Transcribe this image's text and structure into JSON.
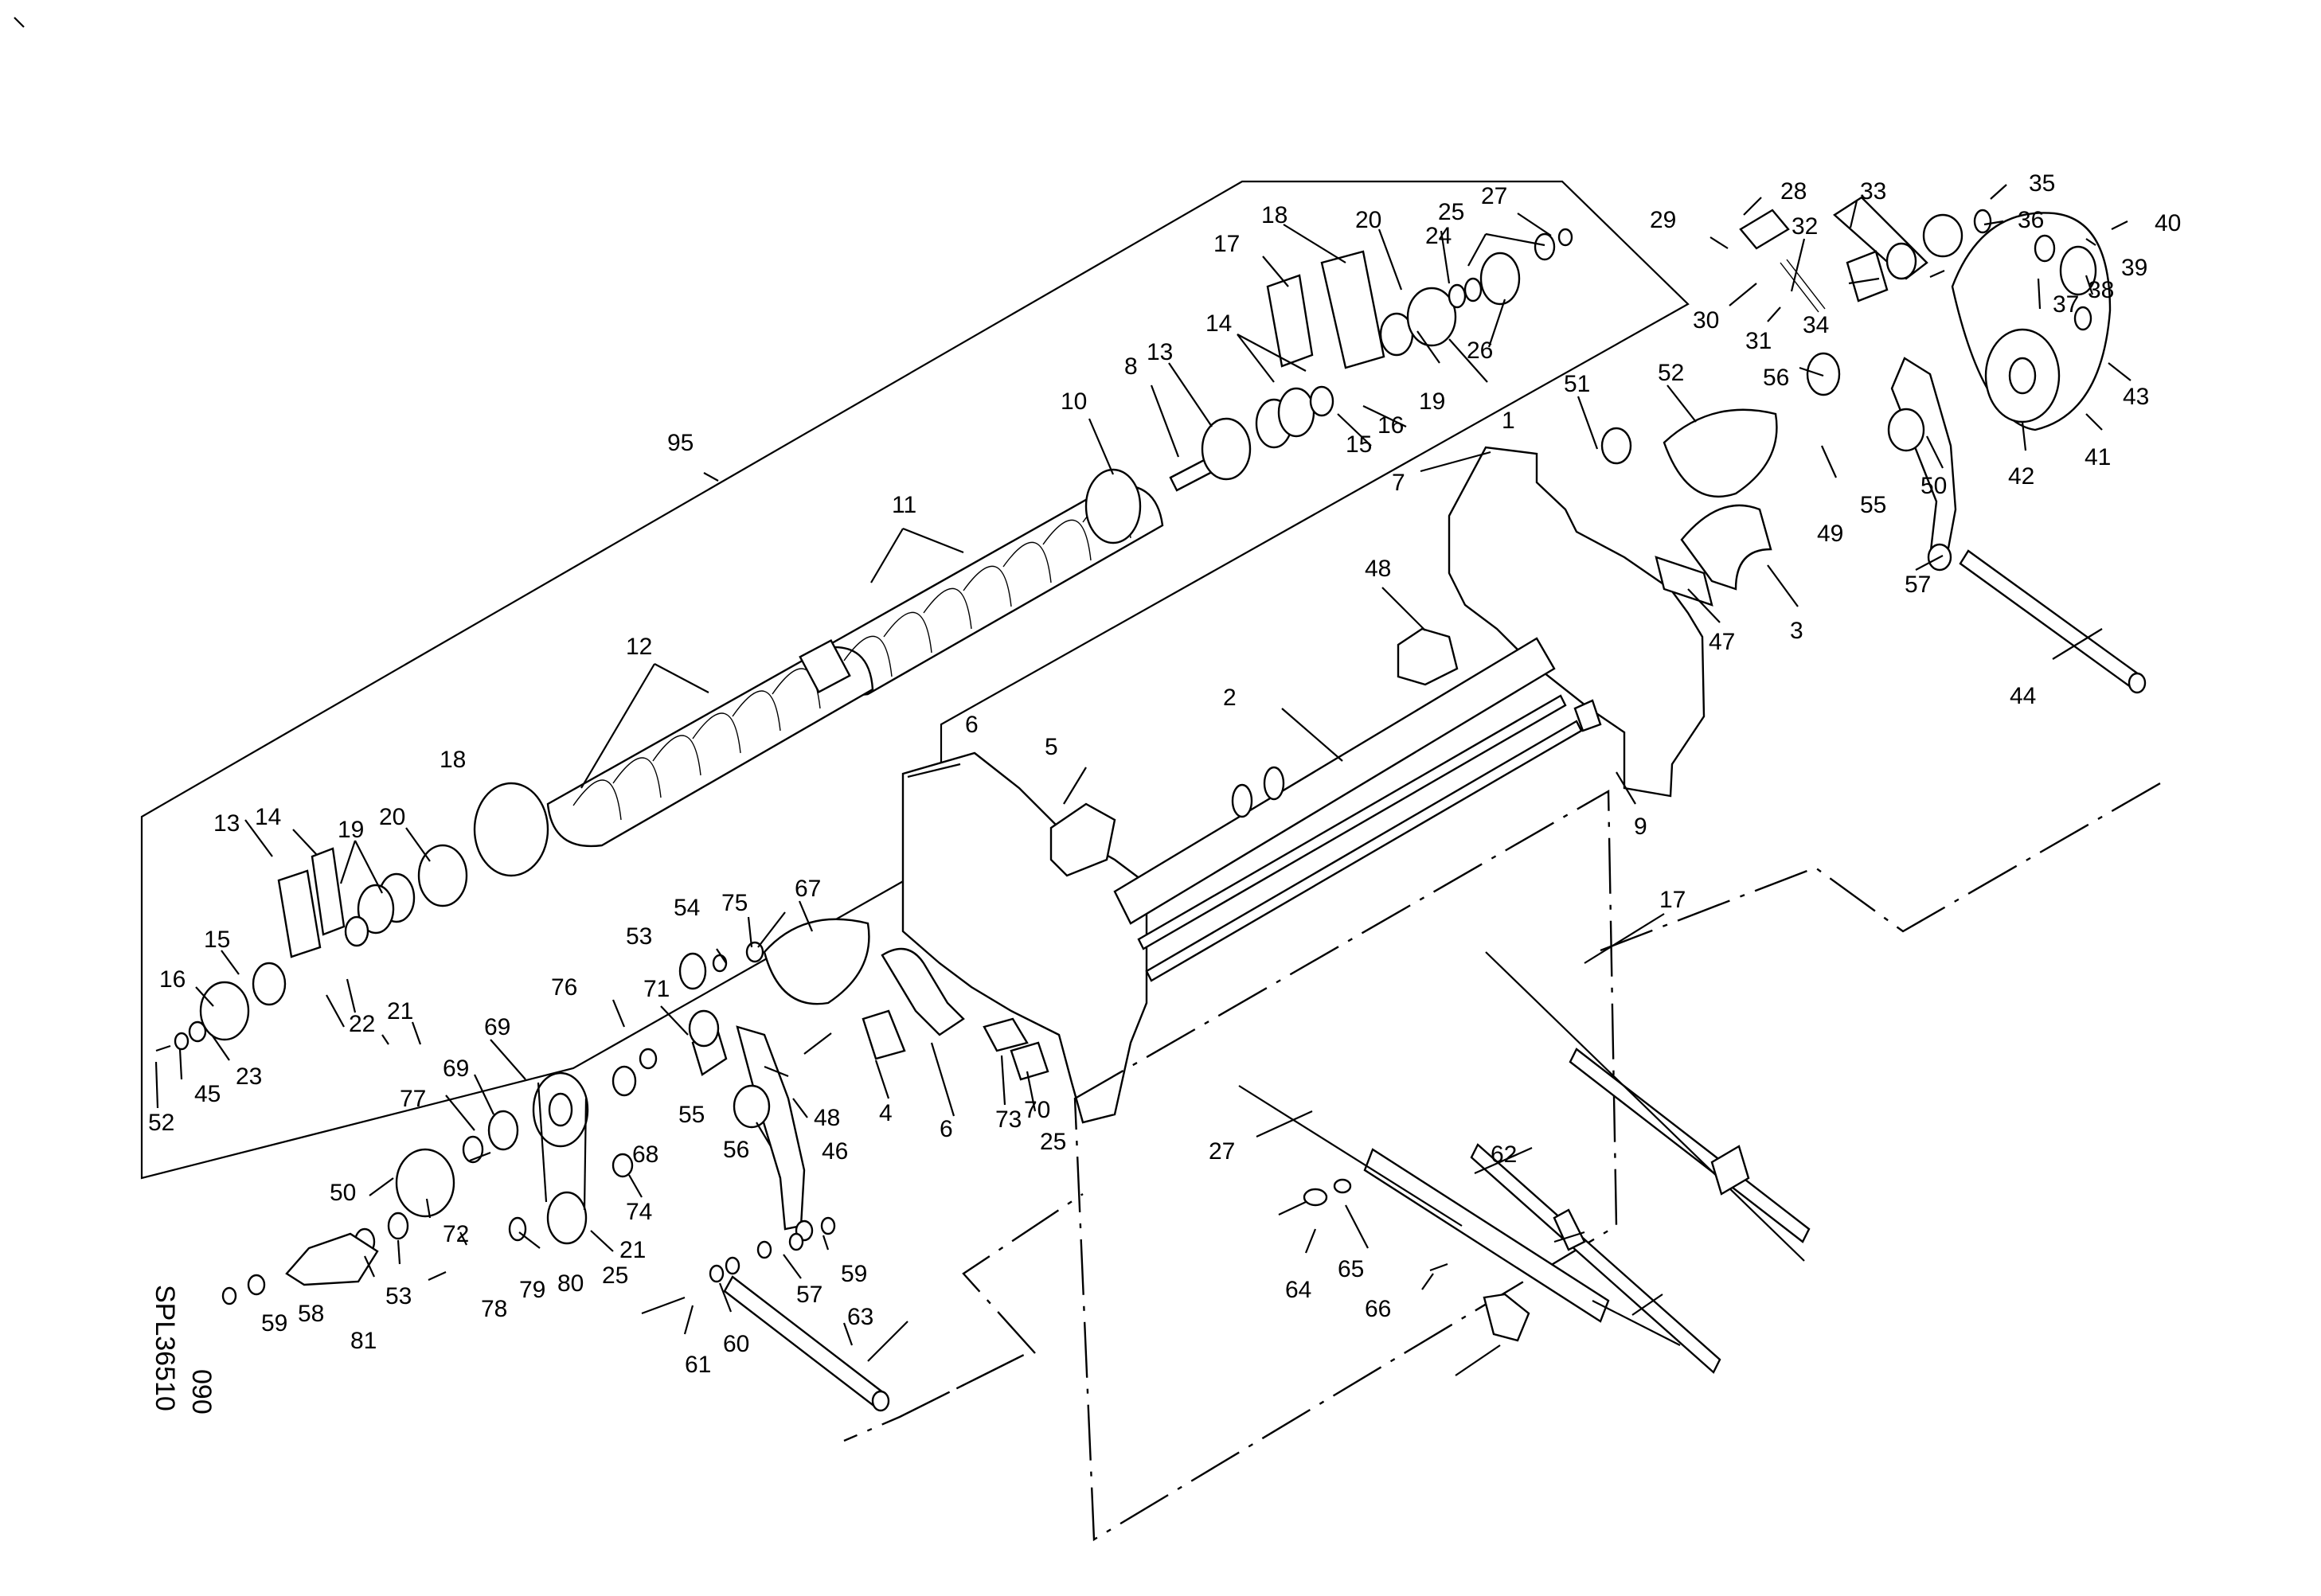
{
  "drawing_reference": {
    "code": "SPL36510",
    "sheet": "090"
  },
  "callouts": [
    "95",
    "11",
    "12",
    "10",
    "8",
    "13",
    "14",
    "15",
    "16",
    "17",
    "18",
    "19",
    "20",
    "24",
    "25",
    "27",
    "26",
    "29",
    "28",
    "32",
    "33",
    "35",
    "36",
    "40",
    "39",
    "38",
    "37",
    "30",
    "31",
    "34",
    "43",
    "41",
    "42",
    "50",
    "56",
    "55",
    "49",
    "57",
    "44",
    "52",
    "51",
    "1",
    "7",
    "48",
    "47",
    "3",
    "2",
    "6",
    "5",
    "9",
    "17",
    "18",
    "14",
    "13",
    "19",
    "20",
    "15",
    "16",
    "21",
    "22",
    "23",
    "45",
    "52",
    "67",
    "53",
    "54",
    "75",
    "71",
    "76",
    "69",
    "69",
    "77",
    "68",
    "50",
    "55",
    "56",
    "48",
    "46",
    "4",
    "6",
    "73",
    "25",
    "70",
    "72",
    "74",
    "21",
    "25",
    "78",
    "79",
    "80",
    "53",
    "81",
    "59",
    "58",
    "59",
    "57",
    "61",
    "60",
    "63",
    "27",
    "62",
    "64",
    "65",
    "66"
  ]
}
